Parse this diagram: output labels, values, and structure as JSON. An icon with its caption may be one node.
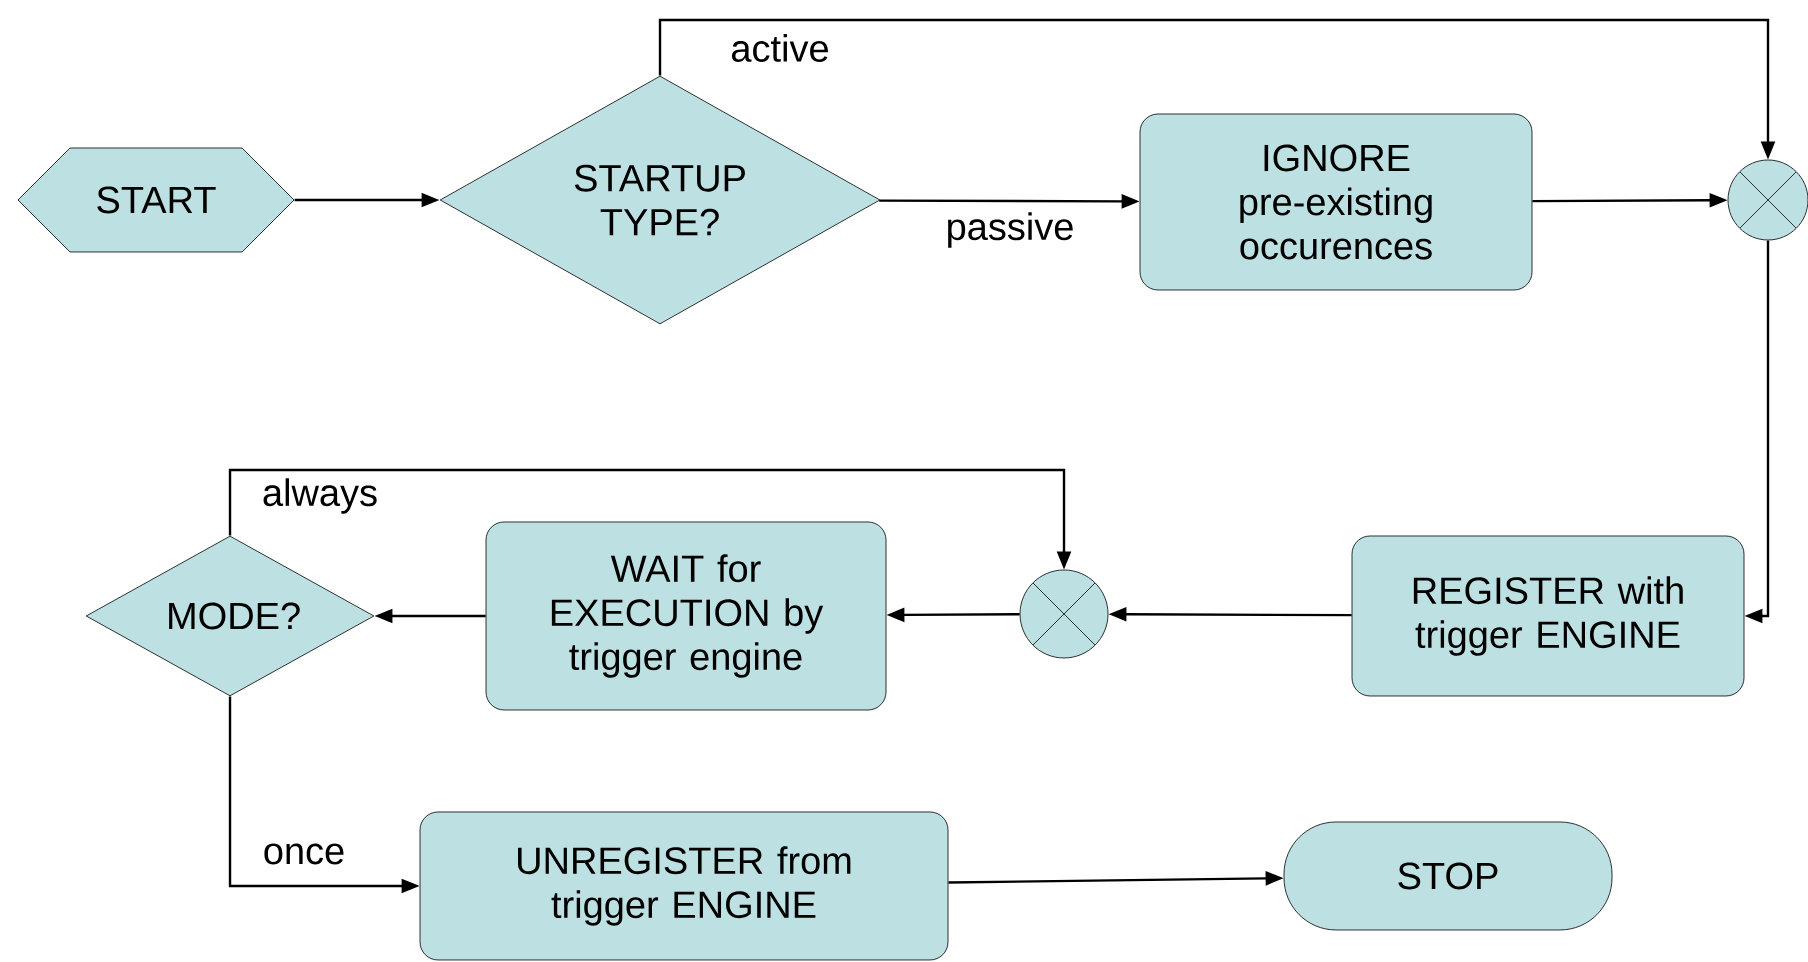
{
  "diagram": {
    "nodes": [
      {
        "text": [
          "START"
        ]
      },
      {
        "text": [
          "STARTUP TYPE?"
        ]
      },
      {
        "text": [
          "IGNORE pre-existing occurences"
        ]
      },
      {
        "text": [],
        "shape": "circle"
      },
      {
        "text": [
          "REGISTER with trigger ENGINE"
        ]
      },
      {
        "text": [],
        "shape": "circle"
      },
      {
        "text": [
          "WAIT for EXECUTION by trigger engine"
        ]
      },
      {
        "text": [
          "MODE?"
        ]
      },
      {
        "text": [
          "UNREGISTER from trigger ENGINE"
        ]
      },
      {
        "text": [
          "STOP"
        ]
      }
    ],
    "edges": [
      {
        "from": 0,
        "to": 1,
        "arrow": "to"
      },
      {
        "from": 1,
        "to": 2,
        "arrow": "to",
        "label": "passive"
      },
      {
        "from": 1,
        "to": 3,
        "arrow": "to",
        "label": "active"
      },
      {
        "from": 2,
        "to": 3,
        "arrow": "to"
      },
      {
        "from": 3,
        "to": 4,
        "arrow": "to"
      },
      {
        "from": 4,
        "to": 5,
        "arrow": "to"
      },
      {
        "from": 5,
        "to": 6,
        "arrow": "to"
      },
      {
        "from": 6,
        "to": 7,
        "arrow": "to"
      },
      {
        "from": 7,
        "to": 5,
        "arrow": "to",
        "label": "always"
      },
      {
        "from": 7,
        "to": 8,
        "arrow": "to",
        "label": "once"
      },
      {
        "from": 8,
        "to": 9,
        "arrow": "to"
      }
    ]
  }
}
